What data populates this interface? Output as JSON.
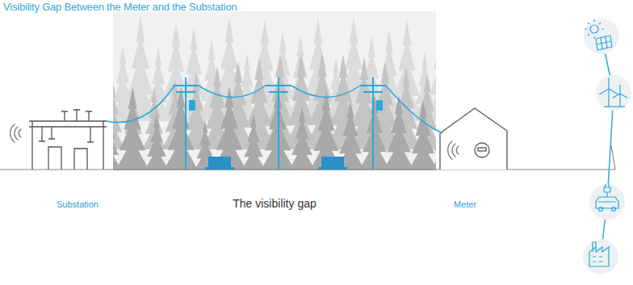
{
  "diagram": {
    "title": "Visibility Gap Between the Meter and the Substation",
    "labels": [
      "Substation",
      "The visibility gap",
      "Meter"
    ]
  }
}
